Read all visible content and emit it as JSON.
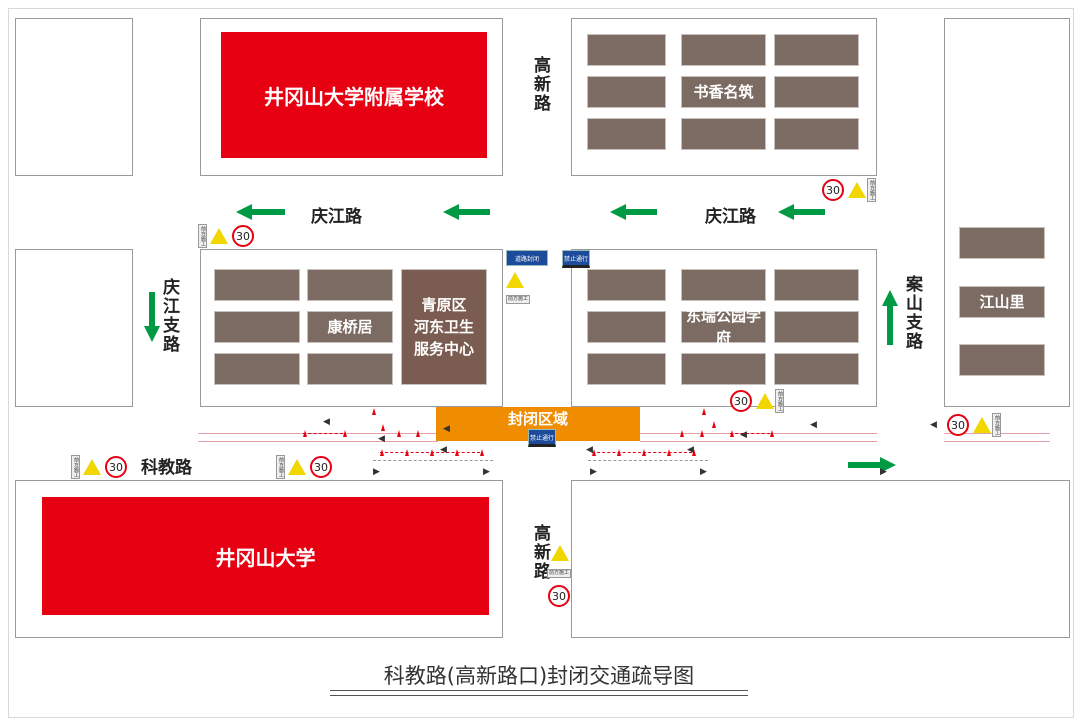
{
  "title": "科教路(高新路口)封闭交通疏导图",
  "buildings": {
    "school_top": "井冈山大学附属学校",
    "school_bottom": "井冈山大学",
    "shuxiang": "书香名筑",
    "kangqiao": "康桥居",
    "clinic": "青原区\n河东卫生\n服务中心",
    "dongrui": "东瑞公园学府",
    "jiangshan": "江山里"
  },
  "roads": {
    "qingjiang": "庆江路",
    "gaoxin": "高新路",
    "qingjiang_branch": "庆江支路",
    "anshan_branch": "案山支路",
    "kejiao": "科教路"
  },
  "closure": {
    "label": "封闭区域",
    "color": "#f08c00"
  },
  "signs": {
    "road_closed": "道路封闭",
    "no_entry": "禁止通行",
    "speed_limit": "30",
    "construction_plate": "前方施工"
  },
  "colors": {
    "school": "#e60012",
    "building": "#7b6b62",
    "arrow": "#009944"
  }
}
